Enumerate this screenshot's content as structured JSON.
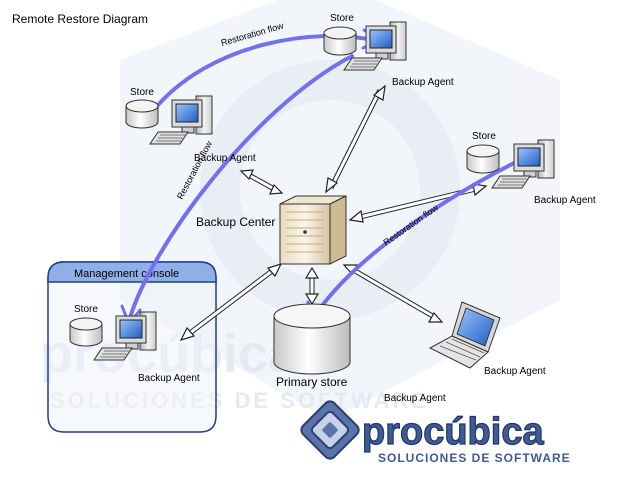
{
  "title": "Remote Restore Diagram",
  "colors": {
    "flow": "#7070f0",
    "arrow_outline": "#222222",
    "monitor_screen": "#3a7bd5",
    "panel_fill": "#dde6f5",
    "panel_header": "#8fb0e6",
    "panel_border": "#1f3f8a",
    "watermark": "#7a8fb8"
  },
  "nodes": {
    "store_top": {
      "store_label": "Store",
      "agent_label": "Backup Agent"
    },
    "store_left": {
      "store_label": "Store",
      "agent_label": "Backup Agent"
    },
    "store_right": {
      "store_label": "Store",
      "agent_label": "Backup Agent"
    },
    "management": {
      "panel_label": "Management console",
      "store_label": "Store",
      "agent_label": "Backup Agent"
    },
    "backup_center": {
      "label": "Backup Center"
    },
    "primary_store": {
      "label": "Primary store"
    },
    "laptop": {
      "label": "Backup Agent"
    },
    "extra_agent_label": "Backup Agent"
  },
  "flows": {
    "top_label": "Restoration flow",
    "left_label": "Restoration flow",
    "right_label": "Restoration flow"
  },
  "branding": {
    "logo_text": "procúbica",
    "tagline": "SOLUCIONES DE SOFTWARE"
  }
}
